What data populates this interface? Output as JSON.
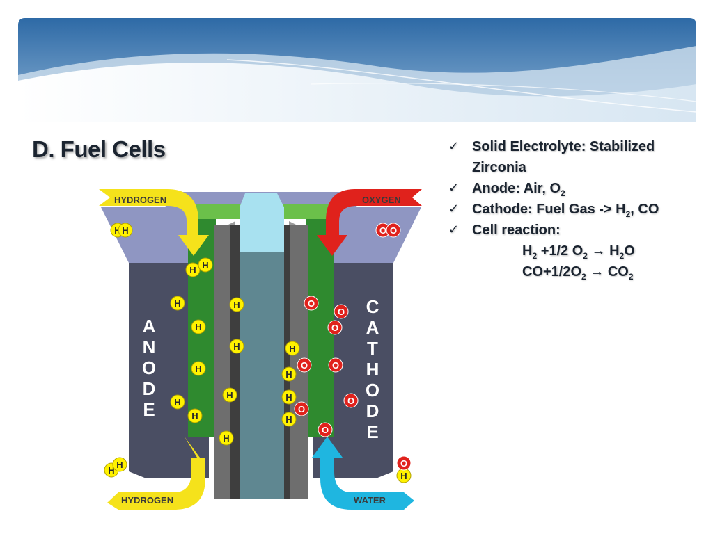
{
  "title": "D. Fuel Cells",
  "bullets": [
    {
      "text": "Solid Electrolyte: Stabilized Zirconia"
    },
    {
      "parts": [
        "Anode: Air, O",
        "2"
      ]
    },
    {
      "parts": [
        "Cathode: Fuel Gas -> H",
        "2",
        ", CO"
      ]
    },
    {
      "text": "Cell reaction:"
    }
  ],
  "equations": [
    {
      "parts": [
        "H",
        "2",
        " +1/2 O",
        "2",
        " → H",
        "2",
        "O"
      ]
    },
    {
      "parts": [
        "CO+1/2O",
        "2",
        " → CO",
        "2"
      ]
    }
  ],
  "diagram": {
    "labels": {
      "hydrogen_in": "HYDROGEN",
      "oxygen_in": "OXYGEN",
      "hydrogen_out": "HYDROGEN",
      "water_out": "WATER",
      "anode_letters": [
        "A",
        "N",
        "O",
        "D",
        "E"
      ],
      "cathode_letters": [
        "C",
        "A",
        "T",
        "H",
        "O",
        "D",
        "E"
      ]
    },
    "atom_h": "H",
    "atom_o": "O",
    "colors": {
      "hydrogen_arrow": "#f5e21b",
      "oxygen_arrow": "#e0221c",
      "water_arrow": "#1fb6e0",
      "electrode": "#4a4e63",
      "electrode_top": "#8f96c2",
      "membrane": "#2f8a2f",
      "electrolyte": "#5f8791",
      "electrolyte_top": "#a8e1f0",
      "h_atom": "#fff200",
      "o_atom": "#e0221c"
    }
  }
}
